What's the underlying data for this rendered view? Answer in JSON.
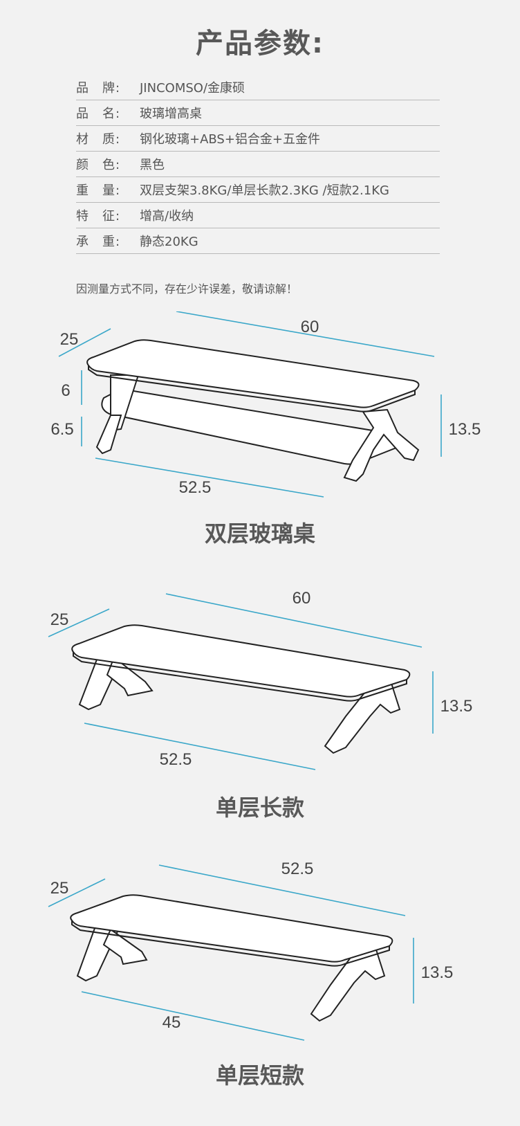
{
  "title": "产品参数:",
  "specs": [
    {
      "label": "品　牌:",
      "value": "JINCOMSO/金康硕"
    },
    {
      "label": "品　名:",
      "value": "玻璃增高桌"
    },
    {
      "label": "材　质:",
      "value": "钢化玻璃+ABS+铝合金+五金件"
    },
    {
      "label": "颜　色:",
      "value": "黑色"
    },
    {
      "label": "重　量:",
      "value": "双层支架3.8KG/单层长款2.3KG /短款2.1KG"
    },
    {
      "label": "特　征:",
      "value": "增高/收纳"
    },
    {
      "label": "承　重:",
      "value": "静态20KG"
    }
  ],
  "note": "因测量方式不同，存在少许误差，敬请谅解！",
  "products": [
    {
      "name": "双层玻璃桌",
      "dims": {
        "depth": "25",
        "length": "60",
        "upper_height": "6",
        "lower_height": "6.5",
        "total_height": "13.5",
        "base_length": "52.5"
      }
    },
    {
      "name": "单层长款",
      "dims": {
        "depth": "25",
        "length": "60",
        "total_height": "13.5",
        "base_length": "52.5"
      }
    },
    {
      "name": "单层短款",
      "dims": {
        "depth": "25",
        "length": "52.5",
        "total_height": "13.5",
        "base_length": "45"
      }
    }
  ],
  "colors": {
    "dimension_line": "#3aa7c9",
    "outline": "#222222",
    "background": "#f2f2f2"
  }
}
